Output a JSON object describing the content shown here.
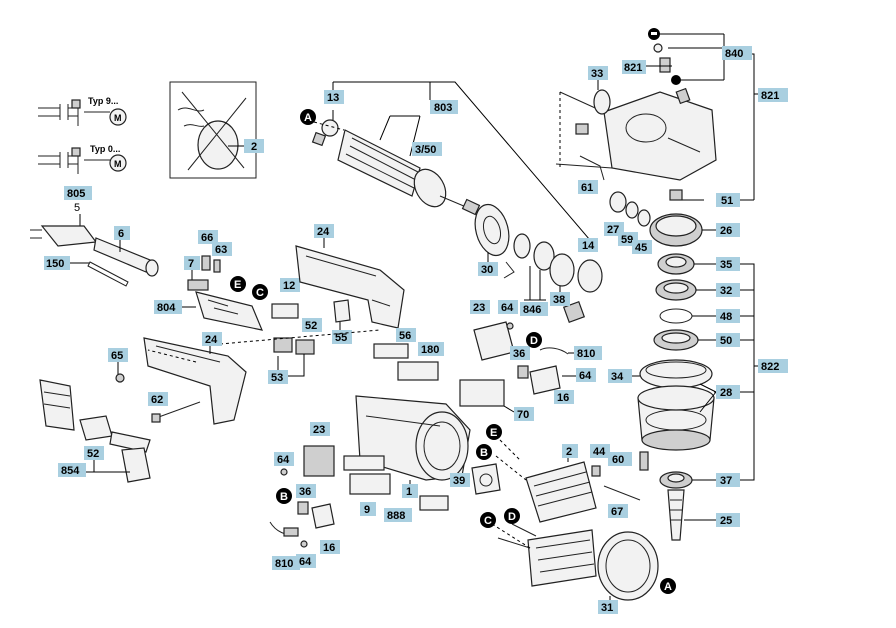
{
  "diagram": {
    "typ_labels": [
      "Typ 9...",
      "Typ 0..."
    ],
    "motor_symbol": "M",
    "part_numbers": {
      "p13": "13",
      "p803": "803",
      "p3_50": "3/50",
      "p14": "14",
      "p30": "30",
      "p846": "846",
      "p38": "38",
      "p33": "33",
      "p821a": "821",
      "p840": "840",
      "p821b": "821",
      "p61": "61",
      "p51": "51",
      "p27": "27",
      "p59": "59",
      "p45": "45",
      "p26": "26",
      "p35": "35",
      "p32": "32",
      "p48": "48",
      "p50": "50",
      "p822": "822",
      "p34": "34",
      "p28": "28",
      "p60": "60",
      "p44": "44",
      "p37": "37",
      "p67": "67",
      "p25": "25",
      "p2a": "2",
      "p805": "805",
      "p5": "5",
      "p6": "6",
      "p66": "66",
      "p63": "63",
      "p7": "7",
      "p150": "150",
      "p24a": "24",
      "p12": "12",
      "p804": "804",
      "p52a": "52",
      "p55": "55",
      "p53": "53",
      "p65": "65",
      "p24b": "24",
      "p62": "62",
      "p52b": "52",
      "p854": "854",
      "p23a": "23",
      "p64a": "64",
      "p56": "56",
      "p180": "180",
      "p36a": "36",
      "p810a": "810",
      "p64b": "64",
      "p16a": "16",
      "p70": "70",
      "p23b": "23",
      "p64c": "64",
      "p36b": "36",
      "p16b": "16",
      "p810b": "810",
      "p64d": "64",
      "p1": "1",
      "p9": "9",
      "p888": "888",
      "p39": "39",
      "p2b": "2",
      "p31": "31"
    },
    "connection_markers": [
      "A",
      "B",
      "C",
      "D",
      "E"
    ]
  }
}
